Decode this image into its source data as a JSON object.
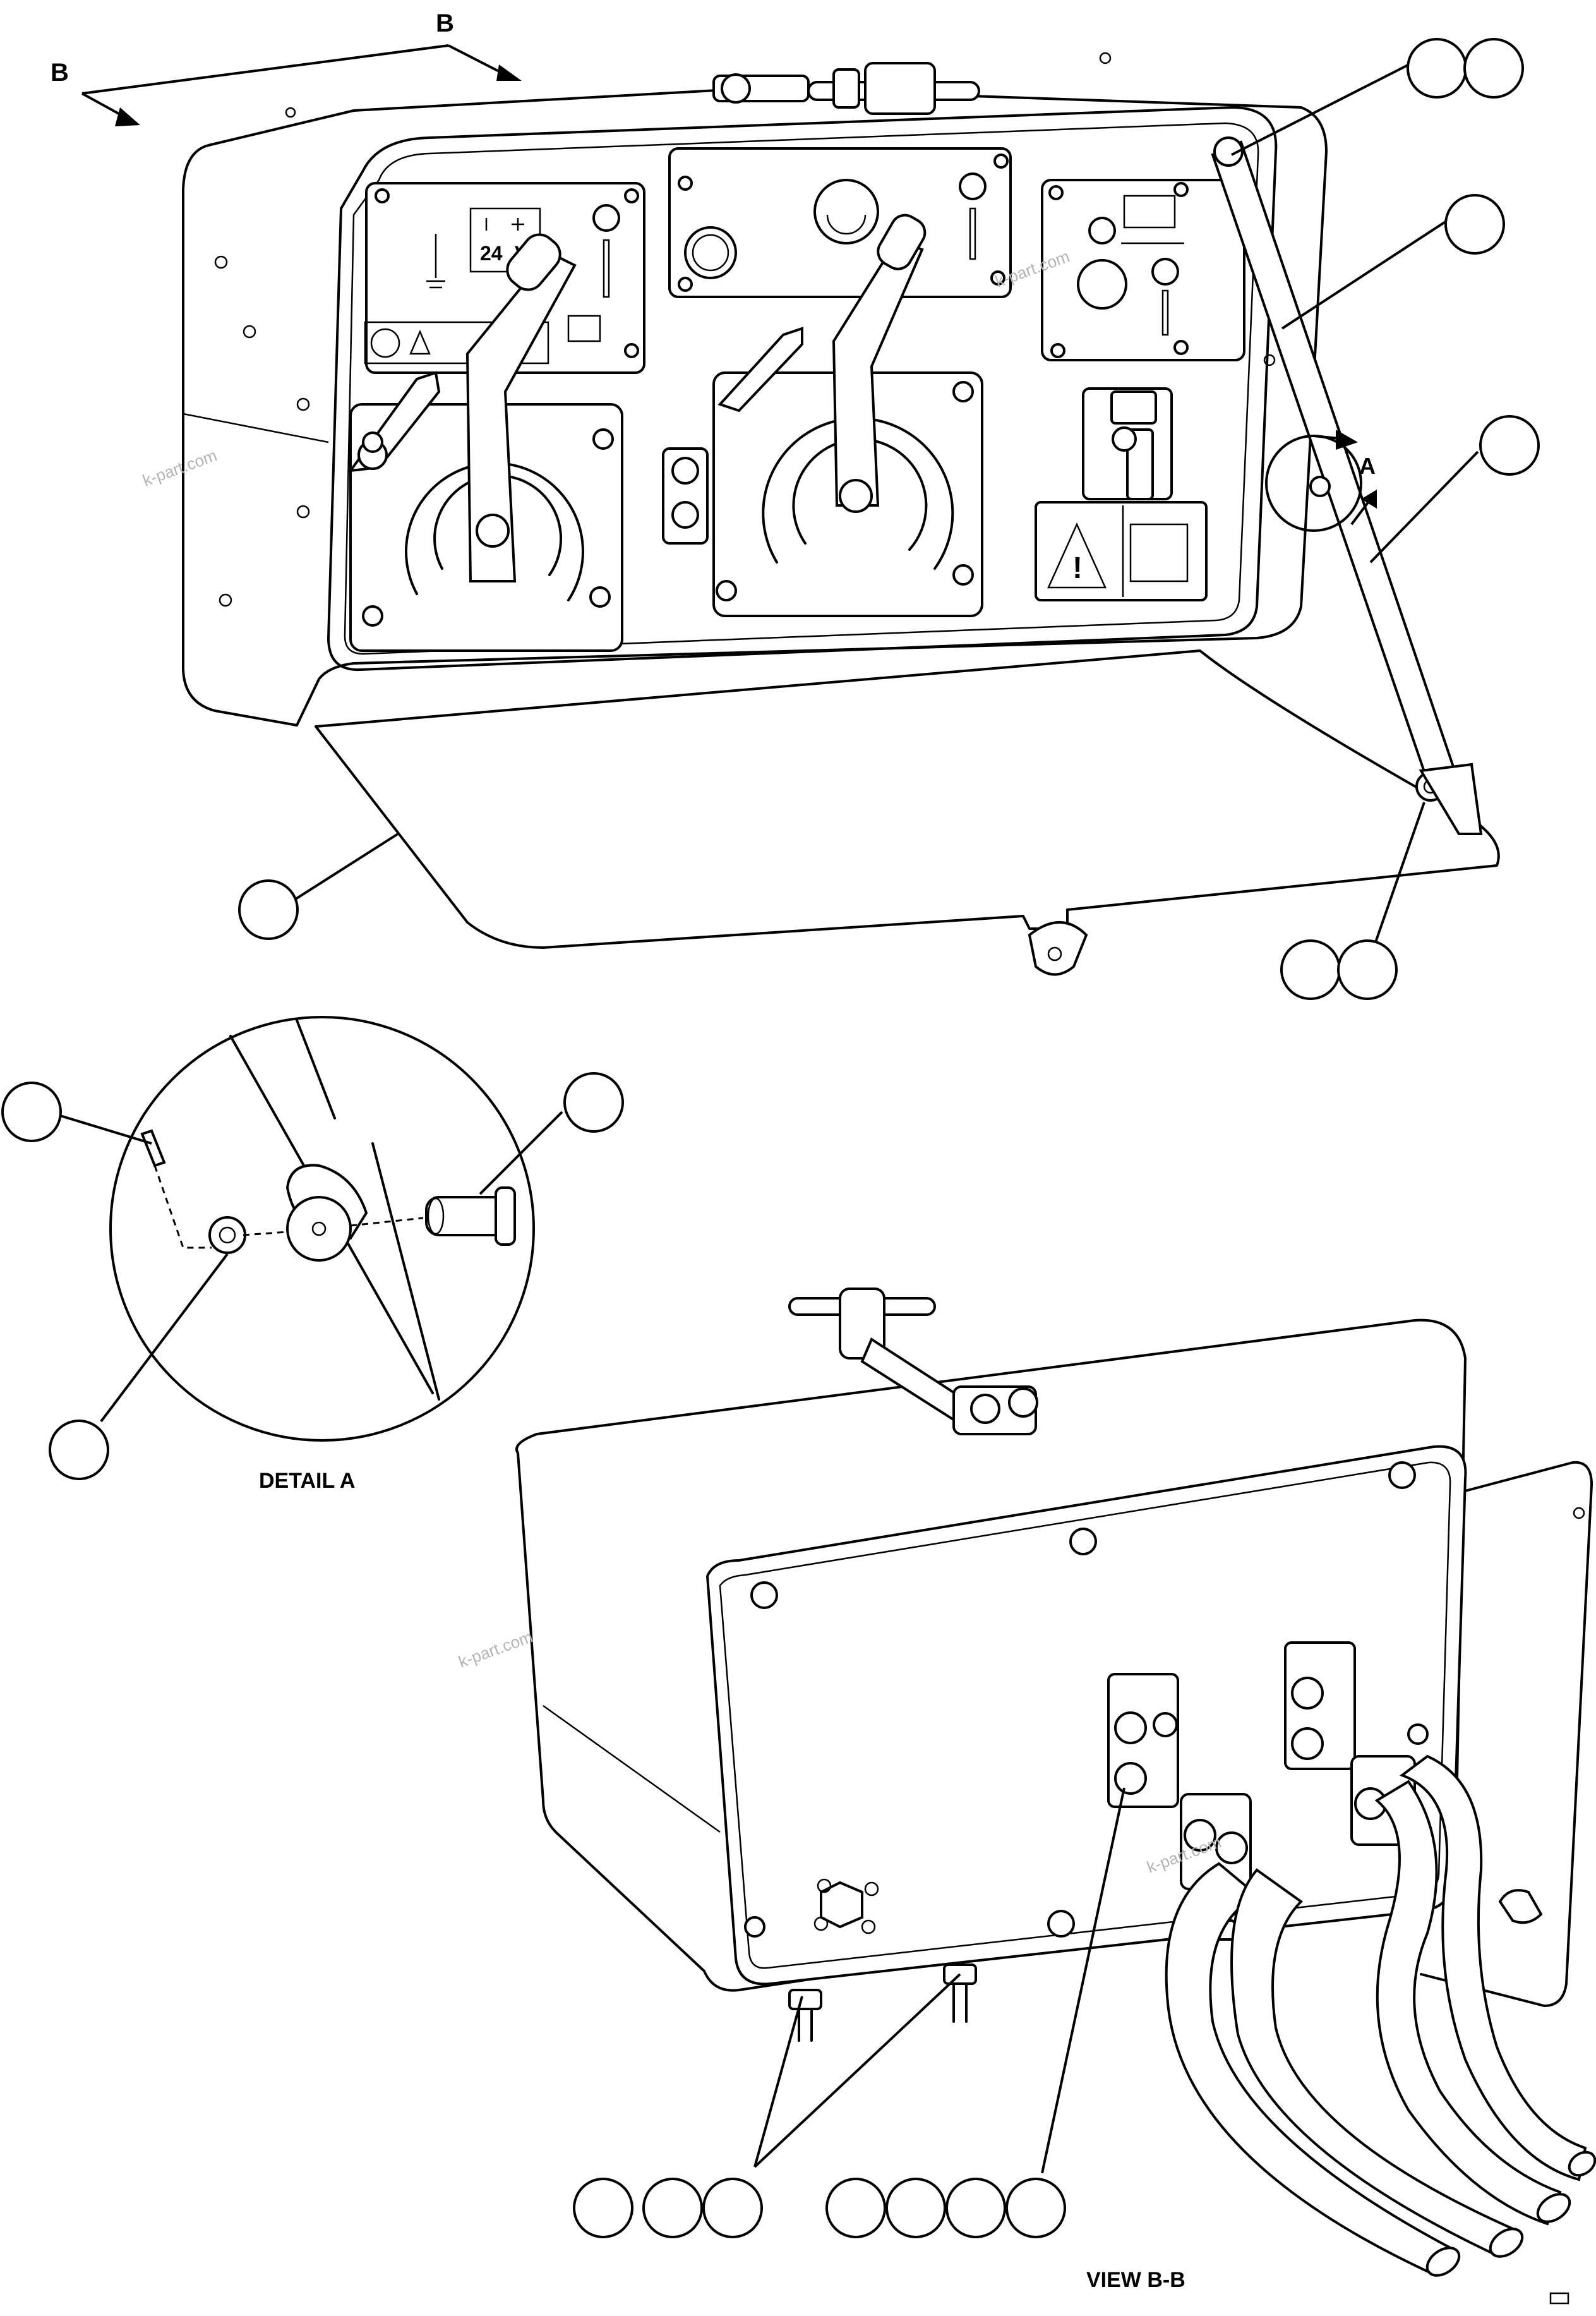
{
  "labels": {
    "section_arrow_left": "B",
    "section_arrow_top": "B",
    "detail_arrow": "A",
    "detail_title": "DETAIL A",
    "view_title": "VIEW B-B"
  },
  "panel_decals": {
    "voltage": "24",
    "voltage_unit": "V"
  },
  "watermarks": [
    "k-part.com",
    "k-part.com",
    "k-part.com",
    "k-part.com"
  ]
}
